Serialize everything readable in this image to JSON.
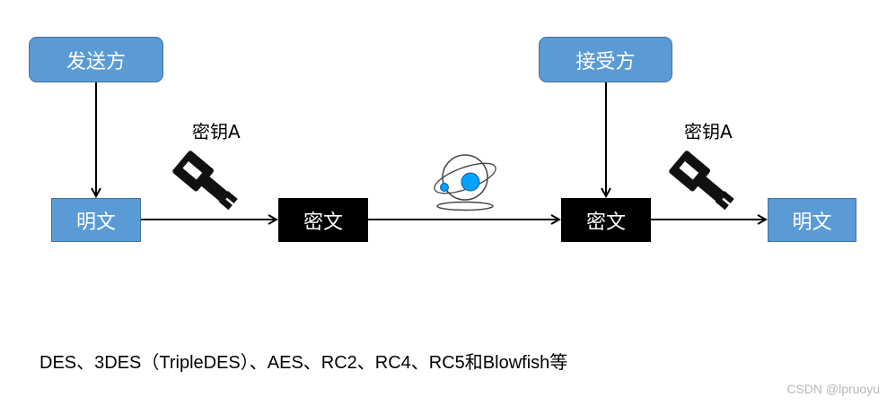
{
  "nodes": {
    "sender": "发送方",
    "receiver": "接受方",
    "plaintext_left": "明文",
    "ciphertext_left": "密文",
    "ciphertext_right": "密文",
    "plaintext_right": "明文"
  },
  "key_labels": {
    "encrypt_key": "密钥A",
    "decrypt_key": "密钥A"
  },
  "icons": {
    "key": "key-icon",
    "network": "globe-orbit-icon"
  },
  "colors": {
    "node_blue": "#5b9bd5",
    "node_blue_border": "#41719c",
    "cipher_black": "#000000",
    "orbit_blue": "#00a2ff"
  },
  "caption": "DES、3DES（TripleDES）、AES、RC2、RC4、RC5和Blowfish等",
  "watermark": "CSDN @lpruoyu"
}
